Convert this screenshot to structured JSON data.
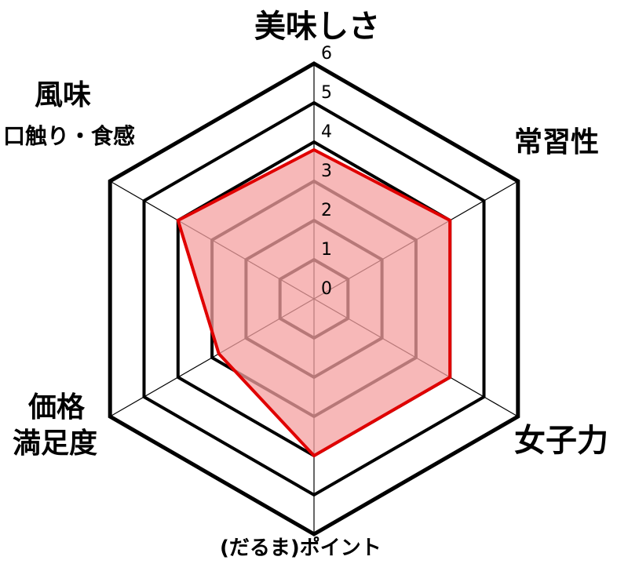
{
  "chart_data": {
    "type": "radar",
    "axes": [
      {
        "label": "美味しさ"
      },
      {
        "label": "常習性"
      },
      {
        "label": "女子力"
      },
      {
        "label": "(だるま)ポイント"
      },
      {
        "label": "価格",
        "label2": "満足度"
      },
      {
        "label": "風味",
        "label2": "口触り・食感"
      }
    ],
    "ticks": [
      "0",
      "1",
      "2",
      "3",
      "4",
      "5",
      "6"
    ],
    "range": [
      0,
      6
    ],
    "values": [
      3.8,
      4.0,
      4.0,
      4.0,
      2.8,
      4.0
    ],
    "colors": {
      "series_fill": "#f4a0a0",
      "series_line": "#e00000",
      "grid": "#000000"
    }
  }
}
